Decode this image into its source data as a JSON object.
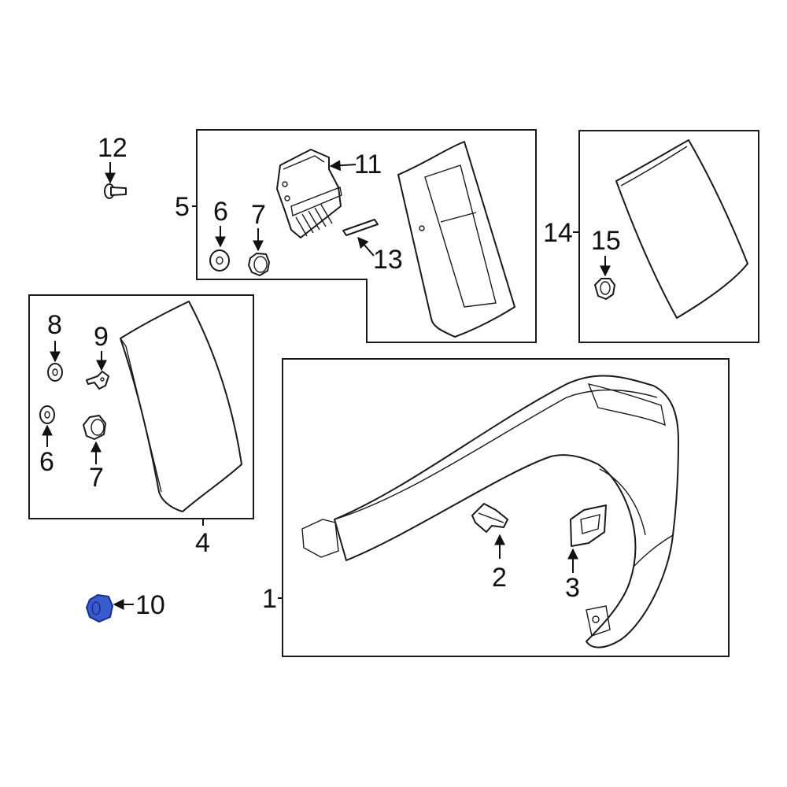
{
  "callouts": {
    "c1": "1",
    "c2": "2",
    "c3": "3",
    "c4": "4",
    "c5": "5",
    "c6a": "6",
    "c6b": "6",
    "c7a": "7",
    "c7b": "7",
    "c8": "8",
    "c9": "9",
    "c10": "10",
    "c11": "11",
    "c12": "12",
    "c13": "13",
    "c14": "14",
    "c15": "15"
  },
  "highlight_color": "#3a5bd0",
  "line_color": "#1a1a1a"
}
